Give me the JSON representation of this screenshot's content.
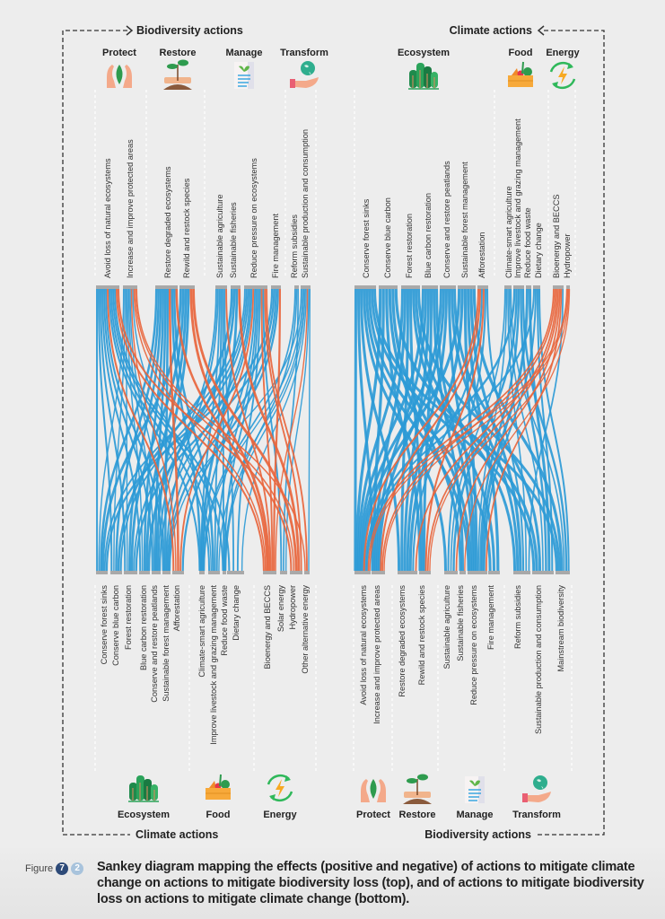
{
  "colors": {
    "positive": "#2c9ad6",
    "negative": "#e8653c",
    "cap": "#a9a9a9",
    "frame": "#333333"
  },
  "top_left": {
    "section_title": "Biodiversity actions",
    "groups": [
      "Protect",
      "Restore",
      "Manage",
      "Transform"
    ],
    "icons": [
      "protect-hands-leaf-icon",
      "restore-seedling-icon",
      "manage-document-icon",
      "transform-globe-hand-icon"
    ],
    "nodes": [
      "Avoid loss of natural ecosystems",
      "Increase and improve protected areas",
      "Restore degraded ecosystems",
      "Rewild and restock species",
      "Sustainable agriculture",
      "Sustainable fisheries",
      "Reduce pressure on ecosystems",
      "Fire management",
      "Reform subsidies",
      "Sustainable production and consumption"
    ]
  },
  "bottom_left": {
    "section_title": "Climate actions",
    "groups": [
      "Ecosystem",
      "Food",
      "Energy"
    ],
    "icons": [
      "ecosystem-forest-icon",
      "food-crate-icon",
      "energy-cycle-icon"
    ],
    "nodes": [
      "Conserve forest sinks",
      "Conserve blue carbon",
      "Forest restoration",
      "Blue carbon restoration",
      "Conserve and restore peatlands",
      "Sustainable forest management",
      "Afforestation",
      "Climate-smart agriculture",
      "Improve livestock and grazing management",
      "Reduce food waste",
      "Dietary change",
      "Bioenergy and BECCS",
      "Solar energy",
      "Hydropower",
      "Other alternative energy"
    ]
  },
  "top_right": {
    "section_title": "Climate actions",
    "groups": [
      "Ecosystem",
      "Food",
      "Energy"
    ],
    "icons": [
      "ecosystem-forest-icon",
      "food-crate-icon",
      "energy-cycle-icon"
    ],
    "nodes": [
      "Conserve forest sinks",
      "Conserve blue carbon",
      "Forest restoration",
      "Blue carbon restoration",
      "Conserve and restore peatlands",
      "Sustainable forest management",
      "Afforestation",
      "Climate-smart agriculture",
      "Improve livestock and grazing management",
      "Reduce food waste",
      "Dietary change",
      "Bioenergy and BECCS",
      "Hydropower"
    ]
  },
  "bottom_right": {
    "section_title": "Biodiversity actions",
    "groups": [
      "Protect",
      "Restore",
      "Manage",
      "Transform"
    ],
    "icons": [
      "protect-hands-leaf-icon",
      "restore-seedling-icon",
      "manage-document-icon",
      "transform-globe-hand-icon"
    ],
    "nodes": [
      "Avoid loss of natural ecosystems",
      "Increase and improve protected areas",
      "Restore degraded ecosystems",
      "Rewild and restock species",
      "Sustainable agriculture",
      "Sustainable fisheries",
      "Reduce pressure on ecosystems",
      "Fire management",
      "Reform subsidies",
      "Sustainable production and consumption",
      "Mainstream biodiversity"
    ]
  },
  "links_left": [
    [
      0,
      0,
      1
    ],
    [
      0,
      1,
      1
    ],
    [
      0,
      2,
      1
    ],
    [
      0,
      3,
      1
    ],
    [
      0,
      4,
      1
    ],
    [
      0,
      5,
      1
    ],
    [
      0,
      7,
      1
    ],
    [
      0,
      8,
      1
    ],
    [
      0,
      9,
      1
    ],
    [
      0,
      10,
      1
    ],
    [
      0,
      6,
      -1
    ],
    [
      0,
      11,
      -1
    ],
    [
      0,
      13,
      -1
    ],
    [
      1,
      0,
      1
    ],
    [
      1,
      1,
      1
    ],
    [
      1,
      2,
      1
    ],
    [
      1,
      3,
      1
    ],
    [
      1,
      4,
      1
    ],
    [
      1,
      5,
      1
    ],
    [
      1,
      8,
      1
    ],
    [
      1,
      6,
      -1
    ],
    [
      1,
      11,
      -1
    ],
    [
      1,
      13,
      -1
    ],
    [
      1,
      14,
      -1
    ],
    [
      2,
      0,
      1
    ],
    [
      2,
      1,
      1
    ],
    [
      2,
      2,
      1
    ],
    [
      2,
      3,
      1
    ],
    [
      2,
      4,
      1
    ],
    [
      2,
      5,
      1
    ],
    [
      2,
      7,
      1
    ],
    [
      2,
      8,
      1
    ],
    [
      2,
      6,
      -1
    ],
    [
      2,
      11,
      -1
    ],
    [
      3,
      0,
      1
    ],
    [
      3,
      2,
      1
    ],
    [
      3,
      3,
      1
    ],
    [
      3,
      4,
      1
    ],
    [
      3,
      11,
      -1
    ],
    [
      3,
      13,
      -1
    ],
    [
      4,
      4,
      1
    ],
    [
      4,
      5,
      1
    ],
    [
      4,
      7,
      1
    ],
    [
      4,
      8,
      1
    ],
    [
      4,
      9,
      1
    ],
    [
      4,
      10,
      1
    ],
    [
      4,
      11,
      -1
    ],
    [
      5,
      1,
      1
    ],
    [
      5,
      3,
      1
    ],
    [
      5,
      7,
      1
    ],
    [
      5,
      13,
      -1
    ],
    [
      6,
      0,
      1
    ],
    [
      6,
      1,
      1
    ],
    [
      6,
      2,
      1
    ],
    [
      6,
      4,
      1
    ],
    [
      6,
      5,
      1
    ],
    [
      6,
      7,
      1
    ],
    [
      6,
      8,
      1
    ],
    [
      6,
      9,
      1
    ],
    [
      6,
      10,
      1
    ],
    [
      6,
      12,
      1
    ],
    [
      6,
      6,
      -1
    ],
    [
      6,
      11,
      -1
    ],
    [
      6,
      13,
      -1
    ],
    [
      6,
      14,
      -1
    ],
    [
      7,
      0,
      1
    ],
    [
      7,
      2,
      1
    ],
    [
      7,
      5,
      1
    ],
    [
      7,
      6,
      1
    ],
    [
      7,
      11,
      -1
    ],
    [
      8,
      7,
      1
    ],
    [
      8,
      9,
      1
    ],
    [
      8,
      12,
      1
    ],
    [
      9,
      5,
      1
    ],
    [
      9,
      7,
      1
    ],
    [
      9,
      8,
      1
    ],
    [
      9,
      9,
      1
    ],
    [
      9,
      10,
      1
    ],
    [
      9,
      12,
      1
    ],
    [
      9,
      14,
      1
    ],
    [
      9,
      11,
      -1
    ]
  ],
  "links_right": [
    [
      0,
      0,
      1
    ],
    [
      0,
      1,
      1
    ],
    [
      0,
      2,
      1
    ],
    [
      0,
      4,
      1
    ],
    [
      0,
      6,
      1
    ],
    [
      0,
      7,
      1
    ],
    [
      0,
      9,
      1
    ],
    [
      0,
      10,
      1
    ],
    [
      1,
      0,
      1
    ],
    [
      1,
      1,
      1
    ],
    [
      1,
      3,
      1
    ],
    [
      1,
      5,
      1
    ],
    [
      1,
      6,
      1
    ],
    [
      1,
      9,
      1
    ],
    [
      2,
      0,
      1
    ],
    [
      2,
      1,
      1
    ],
    [
      2,
      2,
      1
    ],
    [
      2,
      3,
      1
    ],
    [
      2,
      7,
      1
    ],
    [
      2,
      8,
      1
    ],
    [
      2,
      10,
      1
    ],
    [
      3,
      0,
      1
    ],
    [
      3,
      1,
      1
    ],
    [
      3,
      2,
      1
    ],
    [
      3,
      3,
      1
    ],
    [
      3,
      5,
      1
    ],
    [
      3,
      6,
      1
    ],
    [
      4,
      0,
      1
    ],
    [
      4,
      1,
      1
    ],
    [
      4,
      2,
      1
    ],
    [
      4,
      6,
      1
    ],
    [
      4,
      8,
      1
    ],
    [
      4,
      9,
      1
    ],
    [
      5,
      0,
      1
    ],
    [
      5,
      2,
      1
    ],
    [
      5,
      6,
      1
    ],
    [
      5,
      7,
      1
    ],
    [
      5,
      8,
      1
    ],
    [
      5,
      10,
      1
    ],
    [
      6,
      2,
      1
    ],
    [
      6,
      4,
      1
    ],
    [
      6,
      8,
      1
    ],
    [
      6,
      0,
      -1
    ],
    [
      6,
      1,
      -1
    ],
    [
      6,
      3,
      -1
    ],
    [
      7,
      4,
      1
    ],
    [
      7,
      6,
      1
    ],
    [
      7,
      8,
      1
    ],
    [
      7,
      9,
      1
    ],
    [
      7,
      10,
      1
    ],
    [
      8,
      0,
      1
    ],
    [
      8,
      4,
      1
    ],
    [
      8,
      6,
      1
    ],
    [
      8,
      9,
      1
    ],
    [
      8,
      10,
      1
    ],
    [
      9,
      6,
      1
    ],
    [
      9,
      9,
      1
    ],
    [
      10,
      0,
      1
    ],
    [
      10,
      6,
      1
    ],
    [
      10,
      9,
      1
    ],
    [
      10,
      10,
      1
    ],
    [
      11,
      8,
      1
    ],
    [
      11,
      0,
      -1
    ],
    [
      11,
      1,
      -1
    ],
    [
      11,
      2,
      -1
    ],
    [
      11,
      3,
      -1
    ],
    [
      11,
      4,
      -1
    ],
    [
      11,
      6,
      -1
    ],
    [
      12,
      0,
      -1
    ],
    [
      12,
      1,
      -1
    ],
    [
      12,
      3,
      -1
    ],
    [
      12,
      5,
      -1
    ]
  ],
  "caption": {
    "figure_word": "Figure",
    "chapter": "7",
    "number": "2",
    "text": "Sankey diagram mapping the effects (positive and negative) of actions to mitigate climate change on actions to mitigate biodiversity loss (top), and of actions to mitigate biodiversity loss on actions to mitigate climate change (bottom)."
  }
}
